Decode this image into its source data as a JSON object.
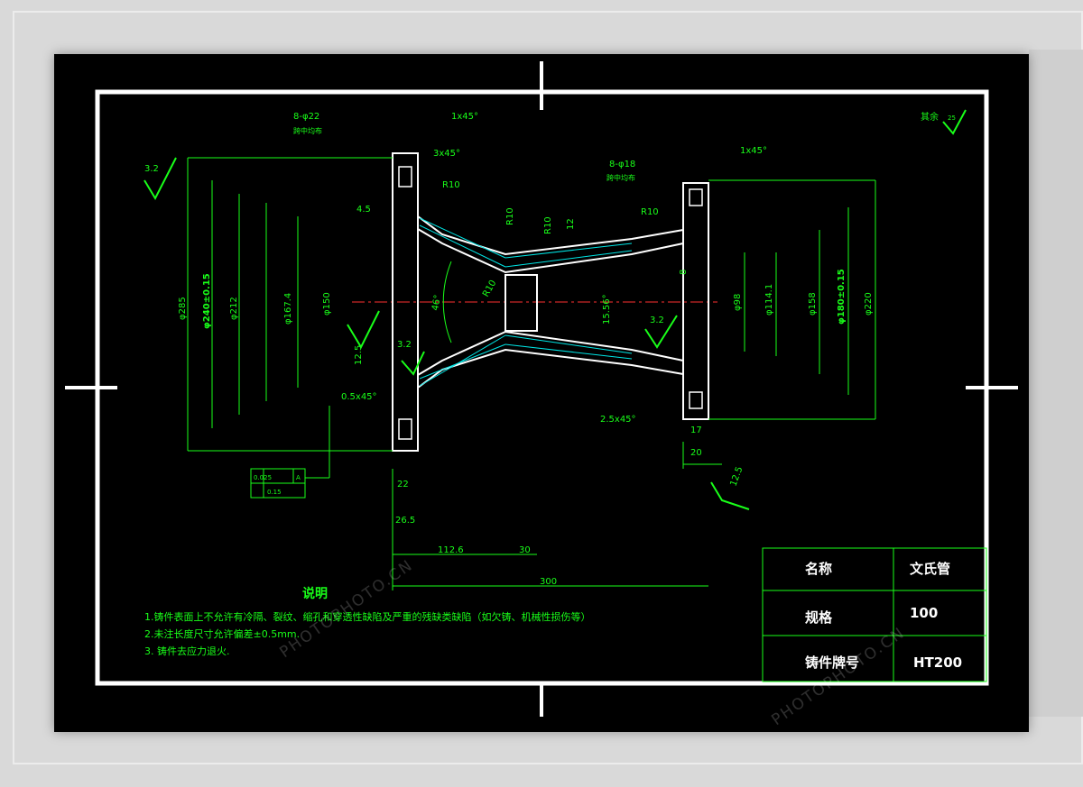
{
  "drawing": {
    "notes_title": "说明",
    "notes": [
      "1.铸件表面上不允许有冷隔、裂纹、缩孔和穿透性缺陷及严重的残缺类缺陷（如欠铸、机械性损伤等）",
      "2.未注长度尺寸允许偏差±0.5mm.",
      "3. 铸件去应力退火."
    ],
    "roughness_other": "其余",
    "title_block": {
      "name_label": "名称",
      "name_value": "文氏管",
      "spec_label": "规格",
      "spec_value": "100",
      "material_label": "铸件牌号",
      "material_value": "HT200"
    },
    "tolerance_frame": [
      "0.025",
      "A",
      "0.15"
    ],
    "watermark": "PHOTOPHOTO.CN",
    "dimensions": {
      "holes_left": "8-φ22",
      "holes_left_note": "跨中均布",
      "holes_right": "8-φ18",
      "holes_right_note": "跨中均布",
      "chamfer_1x45_left": "1x45°",
      "chamfer_1x45_right": "1x45°",
      "chamfer_3x45": "3x45°",
      "chamfer_05x45": "0.5x45°",
      "chamfer_25x45": "2.5x45°",
      "r10_a": "R10",
      "r10_b": "R10",
      "r10_c": "R10",
      "r10_d": "R10",
      "r10_e": "R10",
      "d285": "φ285",
      "d240": "φ240±0.15",
      "d212": "φ212",
      "d1674": "φ167.4",
      "d150": "φ150",
      "d220": "φ220",
      "d180": "φ180±0.15",
      "d158": "φ158",
      "d1141": "φ114.1",
      "d98": "φ98",
      "t45": "4.5",
      "t125": "12.5",
      "t12": "12",
      "t8": "8",
      "ang46": "46°",
      "ang1556": "15.56°",
      "w22": "22",
      "w265": "26.5",
      "l1126": "112.6",
      "l30": "30",
      "l300": "300",
      "w17": "17",
      "w20": "20",
      "ra32_a": "3.2",
      "ra32_b": "3.2",
      "ra32_c": "3.2",
      "ra125": "12.5",
      "ra25": "25"
    }
  }
}
